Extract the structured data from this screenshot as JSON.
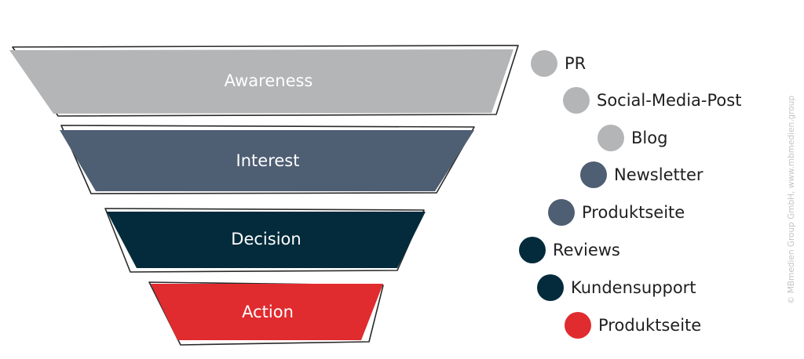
{
  "funnel": {
    "stages": [
      {
        "label": "Awareness",
        "color": "#b4b5b7"
      },
      {
        "label": "Interest",
        "color": "#4e5e73"
      },
      {
        "label": "Decision",
        "color": "#032b3b"
      },
      {
        "label": "Action",
        "color": "#e02b2f"
      }
    ]
  },
  "channels": [
    {
      "label": "PR",
      "color": "#b4b5b7"
    },
    {
      "label": "Social-Media-Post",
      "color": "#b4b5b7"
    },
    {
      "label": "Blog",
      "color": "#b4b5b7"
    },
    {
      "label": "Newsletter",
      "color": "#4e5e73"
    },
    {
      "label": "Produktseite",
      "color": "#4e5e73"
    },
    {
      "label": "Reviews",
      "color": "#032b3b"
    },
    {
      "label": "Kundensupport",
      "color": "#032b3b"
    },
    {
      "label": "Produktseite",
      "color": "#e02b2f"
    }
  ],
  "copyright": "© MBmedien Group GmbH, www.mbmedien.group"
}
